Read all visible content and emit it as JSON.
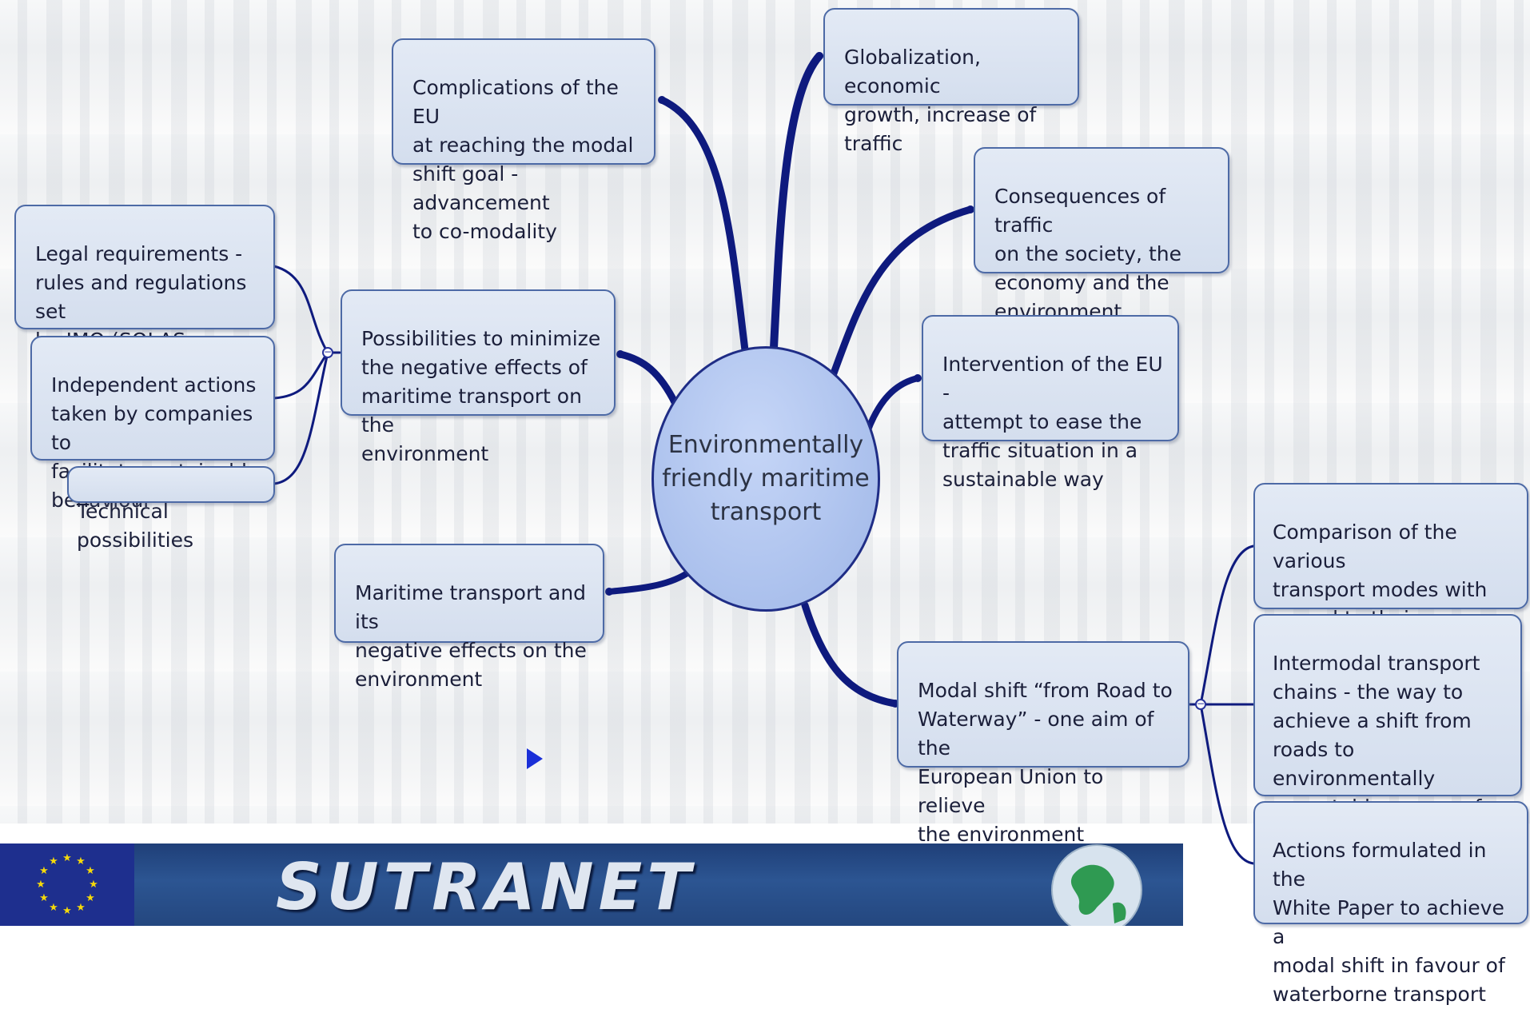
{
  "center": {
    "label": "Environmentally\nfriendly maritime\ntransport"
  },
  "nodes": {
    "complications": "Complications of the EU\nat reaching the modal\nshift goal - advancement\nto co-modality",
    "globalization": "Globalization, economic\ngrowth, increase of\ntraffic",
    "consequences": "Consequences of traffic\non the society, the\neconomy and the\nenvironment",
    "intervention": "Intervention of the EU -\nattempt to ease the\ntraffic situation in a\nsustainable way",
    "possibilities": "Possibilities to minimize\nthe negative effects of\nmaritime transport on the\nenvironment",
    "legal": "Legal requirements -\nrules and regulations set\nby IMO (SOLAS, MARPOL)\nand EMSA",
    "independent": "Independent actions\ntaken by companies to\nfacilitate sustainable\nbehaviour",
    "technical": "Technical possibilities",
    "negative_effects": "Maritime transport and its\nnegative effects on the\nenvironment",
    "modal_shift": "Modal shift “from Road to\nWaterway” - one aim of the\nEuropean Union to relieve\nthe environment",
    "comparison": "Comparison of the various\ntransport modes with\nregard to their\nenvironmental impact",
    "intermodal": "Intermodal transport\nchains - the way to\nachieve a shift from\nroads to environmentally\nacceptable means of\ntransport",
    "white_paper": "Actions formulated in the\nWhite Paper to achieve a\nmodal shift in favour of\nwaterborne transport"
  },
  "footer": {
    "brand": "SUTRANET"
  },
  "colors": {
    "link": "#0e1a7e",
    "node_border": "#4d6aa6",
    "node_fill": "#d9e2f1",
    "center_fill": "#b4c7f0",
    "footer": "#2a4f8c"
  },
  "icons": {
    "eu_flag": "eu-flag-icon",
    "globe": "globe-icon",
    "pointer": "play-triangle-icon",
    "collapse": "collapse-minus-icon"
  }
}
